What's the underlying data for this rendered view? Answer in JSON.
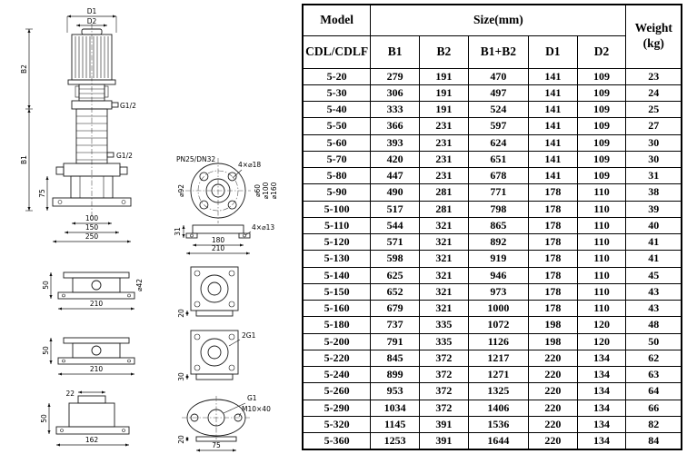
{
  "drawing": {
    "labels": {
      "d1": "D1",
      "d2": "D2",
      "b2": "B2",
      "b1": "B1",
      "g12_a": "G1/2",
      "g12_b": "G1/2",
      "dim75": "75",
      "dim100": "100",
      "dim150": "150",
      "dim250": "250",
      "pn": "PN25/DN32",
      "holes18": "4×⌀18",
      "d92": "⌀92",
      "d60": "⌀60",
      "d100": "⌀100",
      "d160": "⌀160",
      "dim31": "31",
      "dim180": "180",
      "dim210a": "210",
      "holes13": "4×⌀13",
      "dim50a": "50",
      "dim210b": "210",
      "d42": "⌀42",
      "dim20a": "20",
      "dim50b": "50",
      "dim210c": "210",
      "g2x1": "2G1",
      "dim30": "30",
      "dim22": "22",
      "dim50c": "50",
      "dim162": "162",
      "g1": "G1",
      "m10": "M10×40",
      "dim20b": "20",
      "dim75b": "75"
    }
  },
  "table": {
    "header": {
      "model": "Model",
      "size": "Size(mm)",
      "weight_line1": "Weight",
      "weight_line2": "(kg)",
      "model_sub": "CDL/CDLF",
      "col_b1": "B1",
      "col_b2": "B2",
      "col_b1b2": "B1+B2",
      "col_d1": "D1",
      "col_d2": "D2"
    },
    "rows": [
      [
        "5-20",
        "279",
        "191",
        "470",
        "141",
        "109",
        "23"
      ],
      [
        "5-30",
        "306",
        "191",
        "497",
        "141",
        "109",
        "24"
      ],
      [
        "5-40",
        "333",
        "191",
        "524",
        "141",
        "109",
        "25"
      ],
      [
        "5-50",
        "366",
        "231",
        "597",
        "141",
        "109",
        "27"
      ],
      [
        "5-60",
        "393",
        "231",
        "624",
        "141",
        "109",
        "30"
      ],
      [
        "5-70",
        "420",
        "231",
        "651",
        "141",
        "109",
        "30"
      ],
      [
        "5-80",
        "447",
        "231",
        "678",
        "141",
        "109",
        "31"
      ],
      [
        "5-90",
        "490",
        "281",
        "771",
        "178",
        "110",
        "38"
      ],
      [
        "5-100",
        "517",
        "281",
        "798",
        "178",
        "110",
        "39"
      ],
      [
        "5-110",
        "544",
        "321",
        "865",
        "178",
        "110",
        "40"
      ],
      [
        "5-120",
        "571",
        "321",
        "892",
        "178",
        "110",
        "41"
      ],
      [
        "5-130",
        "598",
        "321",
        "919",
        "178",
        "110",
        "41"
      ],
      [
        "5-140",
        "625",
        "321",
        "946",
        "178",
        "110",
        "45"
      ],
      [
        "5-150",
        "652",
        "321",
        "973",
        "178",
        "110",
        "43"
      ],
      [
        "5-160",
        "679",
        "321",
        "1000",
        "178",
        "110",
        "43"
      ],
      [
        "5-180",
        "737",
        "335",
        "1072",
        "198",
        "120",
        "48"
      ],
      [
        "5-200",
        "791",
        "335",
        "1126",
        "198",
        "120",
        "50"
      ],
      [
        "5-220",
        "845",
        "372",
        "1217",
        "220",
        "134",
        "62"
      ],
      [
        "5-240",
        "899",
        "372",
        "1271",
        "220",
        "134",
        "63"
      ],
      [
        "5-260",
        "953",
        "372",
        "1325",
        "220",
        "134",
        "64"
      ],
      [
        "5-290",
        "1034",
        "372",
        "1406",
        "220",
        "134",
        "66"
      ],
      [
        "5-320",
        "1145",
        "391",
        "1536",
        "220",
        "134",
        "82"
      ],
      [
        "5-360",
        "1253",
        "391",
        "1644",
        "220",
        "134",
        "84"
      ]
    ]
  }
}
